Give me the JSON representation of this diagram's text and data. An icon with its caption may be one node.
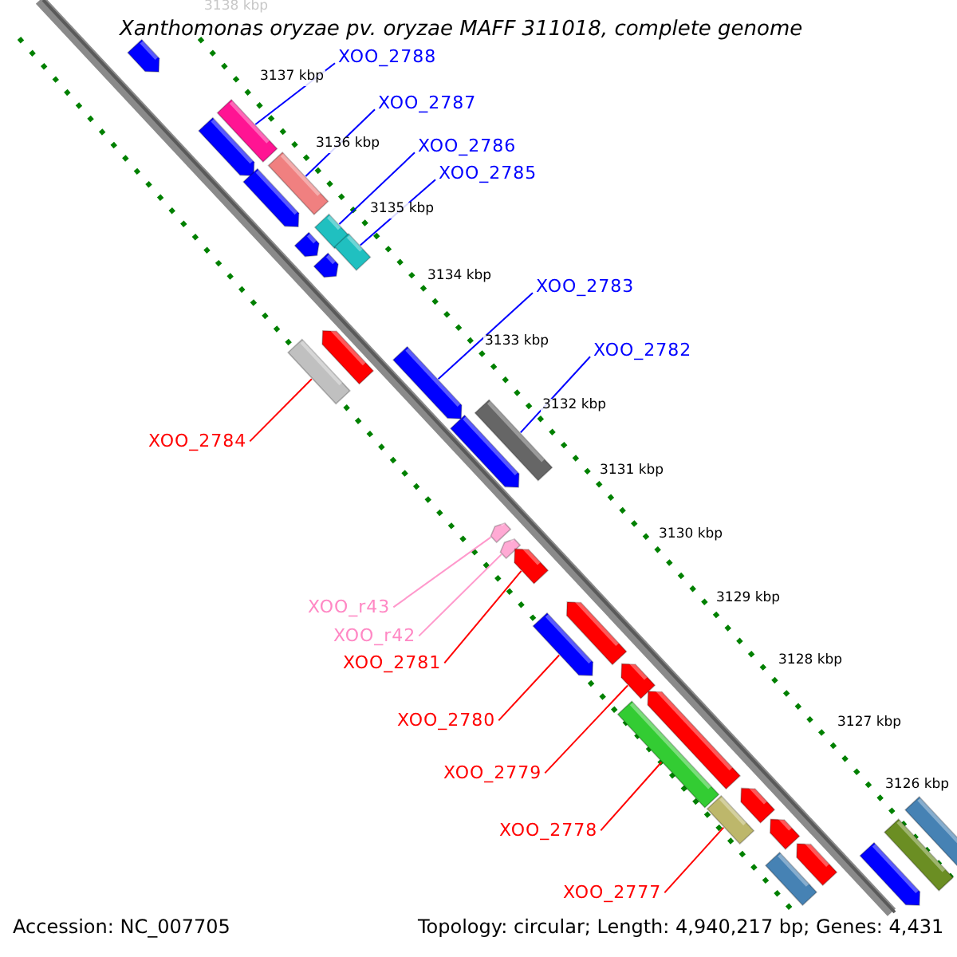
{
  "diagram": {
    "title": "Xanthomonas oryzae pv. oryzae MAFF 311018, complete genome",
    "nodes": [
      {
        "text": [
          "XOO_2788"
        ]
      },
      {
        "text": [],
        "shape": "bar"
      },
      {
        "text": [
          "XOO_2787"
        ]
      },
      {
        "text": [],
        "shape": "bar"
      },
      {
        "text": [
          "XOO_2786"
        ]
      },
      {
        "text": [],
        "shape": "bar"
      },
      {
        "text": [
          "XOO_2785"
        ]
      },
      {
        "text": [],
        "shape": "bar"
      },
      {
        "text": [
          "XOO_2783"
        ]
      },
      {
        "text": [],
        "shape": "bar"
      },
      {
        "text": [
          "XOO_2782"
        ]
      },
      {
        "text": [],
        "shape": "bar"
      },
      {
        "text": [
          "XOO_2784"
        ]
      },
      {
        "text": [],
        "shape": "bar"
      },
      {
        "text": [
          "XOO_r43"
        ]
      },
      {
        "text": [],
        "shape": "bar"
      },
      {
        "text": [
          "XOO_r42"
        ]
      },
      {
        "text": [],
        "shape": "bar"
      },
      {
        "text": [
          "XOO_2781"
        ]
      },
      {
        "text": [],
        "shape": "bar"
      },
      {
        "text": [
          "XOO_2780"
        ]
      },
      {
        "text": [],
        "shape": "bar"
      },
      {
        "text": [
          "XOO_2779"
        ]
      },
      {
        "text": [],
        "shape": "bar"
      },
      {
        "text": [
          "XOO_2778"
        ]
      },
      {
        "text": [],
        "shape": "bar"
      },
      {
        "text": [
          "XOO_2777"
        ]
      },
      {
        "text": [],
        "shape": "bar"
      },
      {
        "text": [],
        "shape": "bar"
      }
    ],
    "edges": [
      {
        "from": 0,
        "to": 1,
        "arrow": "none",
        "color": "#0000ff"
      },
      {
        "from": 2,
        "to": 3,
        "arrow": "none",
        "color": "#0000ff"
      },
      {
        "from": 4,
        "to": 5,
        "arrow": "none",
        "color": "#0000ff"
      },
      {
        "from": 6,
        "to": 7,
        "arrow": "none",
        "color": "#0000ff"
      },
      {
        "from": 8,
        "to": 9,
        "arrow": "none",
        "color": "#0000ff"
      },
      {
        "from": 10,
        "to": 11,
        "arrow": "none",
        "color": "#0000ff"
      },
      {
        "from": 12,
        "to": 13,
        "arrow": "none",
        "color": "#ff0000"
      },
      {
        "from": 14,
        "to": 15,
        "arrow": "none",
        "color": "#ff99cc"
      },
      {
        "from": 16,
        "to": 17,
        "arrow": "none",
        "color": "#ff99cc"
      },
      {
        "from": 18,
        "to": 19,
        "arrow": "none",
        "color": "#ff0000"
      },
      {
        "from": 20,
        "to": 21,
        "arrow": "none",
        "color": "#ff0000"
      },
      {
        "from": 22,
        "to": 23,
        "arrow": "none",
        "color": "#ff0000"
      },
      {
        "from": 24,
        "to": 25,
        "arrow": "none",
        "color": "#ff0000"
      },
      {
        "from": 26,
        "to": 27,
        "arrow": "none",
        "color": "#ff0000"
      }
    ],
    "labels": [
      "3138 kbp",
      "3137 kbp",
      "3136 kbp",
      "3135 kbp",
      "3134 kbp",
      "3133 kbp",
      "3132 kbp",
      "3131 kbp",
      "3130 kbp",
      "3129 kbp",
      "3128 kbp",
      "3127 kbp",
      "3126 kbp",
      "Accession: NC_007705",
      "Topology: circular; Length: 4,940,217 bp; Genes: 4,431"
    ]
  }
}
